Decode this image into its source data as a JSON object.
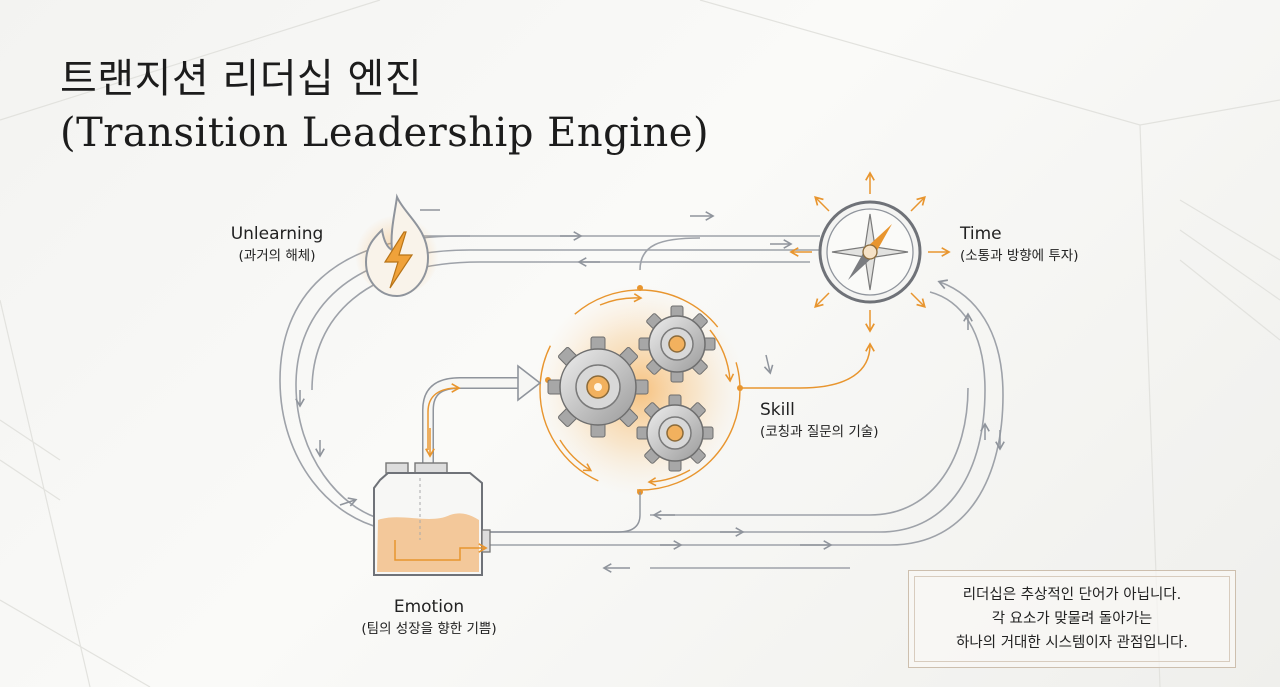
{
  "title": {
    "line1": "트랜지션 리더십 엔진",
    "line2": "(Transition Leadership Engine)"
  },
  "nodes": {
    "unlearning": {
      "name": "Unlearning",
      "desc": "(과거의 해체)",
      "icon": "flame-lightning-icon"
    },
    "time": {
      "name": "Time",
      "desc": "(소통과 방향에 투자)",
      "icon": "compass-icon"
    },
    "skill": {
      "name": "Skill",
      "desc": "(코칭과 질문의 기술)",
      "icon": "gears-icon"
    },
    "emotion": {
      "name": "Emotion",
      "desc": "(팀의 성장을 향한 기쁨)",
      "icon": "fuel-tank-icon"
    }
  },
  "note": {
    "line1": "리더십은 추상적인 단어가 아닙니다.",
    "line2": "각 요소가 맞물려 돌아가는",
    "line3": "하나의 거대한 시스템이자 관점입니다."
  },
  "colors": {
    "accent": "#e8952e",
    "line": "#9a9ea6",
    "text": "#222222",
    "note_border": "#cdbfae"
  }
}
